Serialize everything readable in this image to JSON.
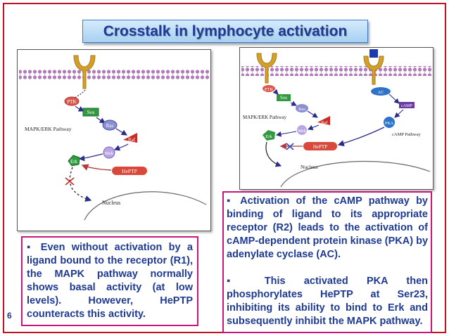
{
  "slide": {
    "title": "Crosstalk in lymphocyte activation",
    "page_number": "6"
  },
  "left_diagram": {
    "nodes": {
      "ptk": "PTK",
      "sos": "Sos",
      "ras": "Ras",
      "raf": "Raf",
      "mek": "Mek",
      "erk": "Erk",
      "heptp": "HePTP"
    },
    "pathway_label": "MAPK/ERK Pathway",
    "nucleus_label": "Nucleus"
  },
  "right_diagram": {
    "nodes": {
      "ptk": "PTK",
      "sos": "Sos",
      "ras": "Ras",
      "raf": "Raf",
      "mek": "Mek",
      "erk": "Erk",
      "heptp": "HePTP",
      "ac": "AC",
      "camp": "cAMP",
      "pka": "PKA"
    },
    "mapk_label": "MAPK/ERK Pathway",
    "camp_pathway_label": "cAMP Pathway",
    "nucleus_label": "Nucleus"
  },
  "left_text": {
    "paragraph": "▪ Even without activation by a ligand bound to the receptor (R1), the MAPK pathway normally shows basal activity (at low levels). However, HePTP counteracts this activity."
  },
  "right_text": {
    "paragraph1": "▪ Activation of the cAMP pathway by binding of ligand to its appropriate receptor (R2) leads to the activation of cAMP-dependent protein kinase (PKA) by adenylate cyclase (AC).",
    "paragraph2": "▪ This activated PKA then phosphorylates HePTP at Ser23, inhibiting its ability to bind to Erk and subsequently inhibit the MAPK pathway."
  },
  "colors": {
    "frame": "#c1121f",
    "title_text": "#1f3a93",
    "body_text": "#1f3a93",
    "text_box_border": "#c8167c",
    "receptor": "#d4a02a",
    "membrane": "#b07ab8",
    "arrow": "#2b2b8c",
    "heptp": "#d9483b",
    "erk": "#2f9a3e",
    "camp_blue": "#2f73c8"
  }
}
